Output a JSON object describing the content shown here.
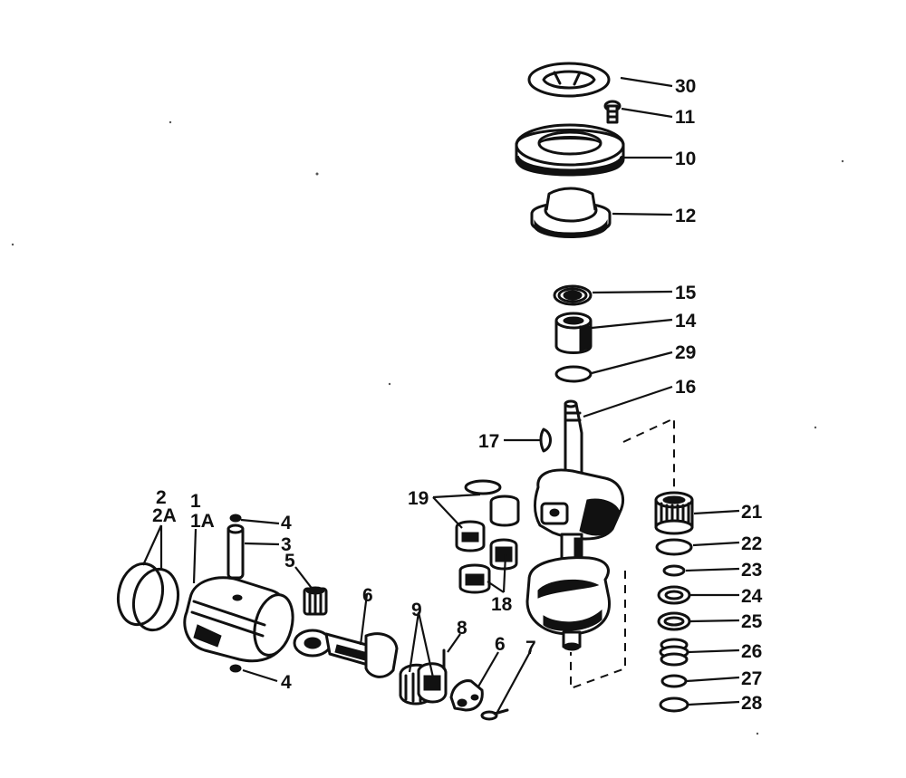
{
  "callouts": {
    "c30": "30",
    "c11": "11",
    "c10": "10",
    "c12": "12",
    "c15": "15",
    "c14": "14",
    "c29": "29",
    "c16": "16",
    "c17": "17",
    "c19": "19",
    "c21": "21",
    "c22": "22",
    "c23": "23",
    "c24": "24",
    "c25": "25",
    "c26": "26",
    "c27": "27",
    "c28": "28",
    "c18": "18",
    "c2": "2",
    "c2a": "2A",
    "c1": "1",
    "c1a": "1A",
    "c4a": "4",
    "c3": "3",
    "c5": "5",
    "c6a": "6",
    "c9": "9",
    "c8": "8",
    "c6b": "6",
    "c7": "7",
    "c4b": "4"
  }
}
